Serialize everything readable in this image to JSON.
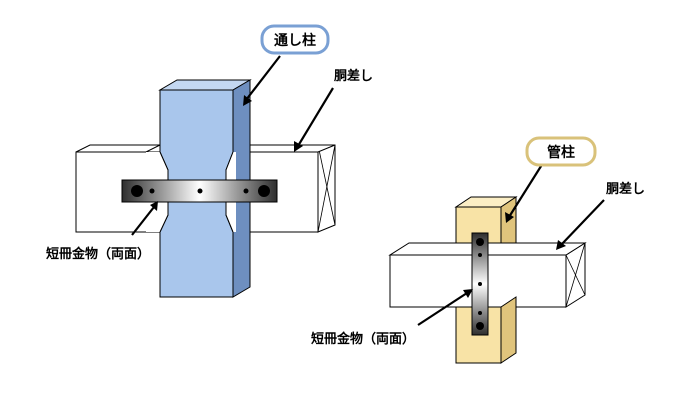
{
  "labels": {
    "left_pillar_callout": "通し柱",
    "left_beam": "胴差し",
    "left_plate": "短冊金物（両面）",
    "right_pillar_callout": "管柱",
    "right_beam": "胴差し",
    "right_plate": "短冊金物（両面）"
  },
  "colors": {
    "through_pillar": "#a9c6ec",
    "through_pillar_side": "#6e8fc0",
    "short_pillar": "#f8e3a6",
    "short_pillar_side": "#e0c47c",
    "beam": "#ffffff",
    "callout_blue_border": "#7aa0d4",
    "callout_yellow_border": "#d9c27a",
    "plate_light": "#ffffff",
    "plate_dark": "#333333"
  }
}
